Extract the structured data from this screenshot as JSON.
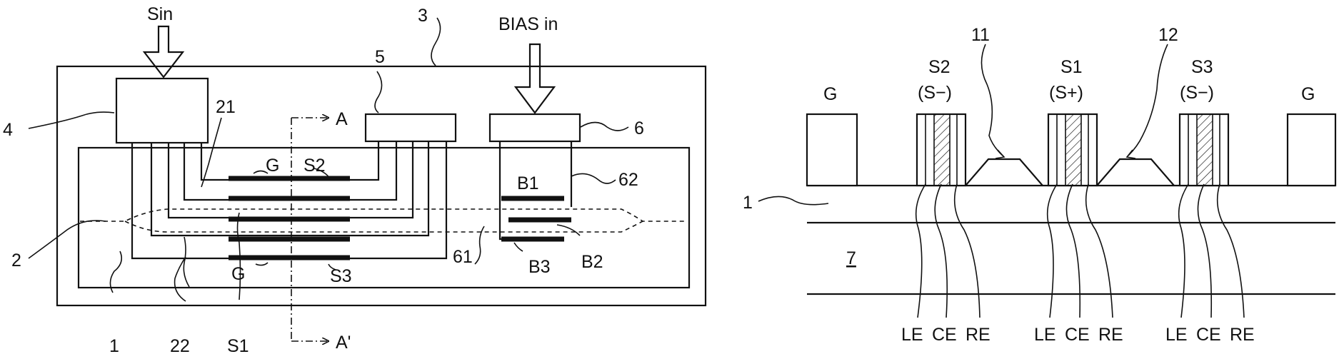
{
  "labels": {
    "sin": "Sin",
    "bias_in": "BIAS in",
    "n1_left": "1",
    "n2": "2",
    "n3": "3",
    "n4": "4",
    "n5": "5",
    "n6": "6",
    "n21": "21",
    "n22": "22",
    "n61": "61",
    "n62": "62",
    "g_top": "G",
    "g_bottom": "G",
    "s1_left": "S1",
    "s2_left": "S2",
    "s3_left": "S3",
    "b1": "B1",
    "b2": "B2",
    "b3": "B3",
    "section_a": "A",
    "section_a_prime": "A'",
    "g_cross_left": "G",
    "g_cross_right": "G",
    "s2_cross": "S2",
    "s2_sign": "(S−)",
    "s1_cross": "S1",
    "s1_sign": "(S+)",
    "s3_cross": "S3",
    "s3_sign": "(S−)",
    "n11": "11",
    "n12": "12",
    "n1_right": "1",
    "n7": "7",
    "le_1": "LE",
    "ce_1": "CE",
    "re_1": "RE",
    "le_2": "LE",
    "ce_2": "CE",
    "re_2": "RE",
    "le_3": "LE",
    "ce_3": "CE",
    "re_3": "RE"
  }
}
